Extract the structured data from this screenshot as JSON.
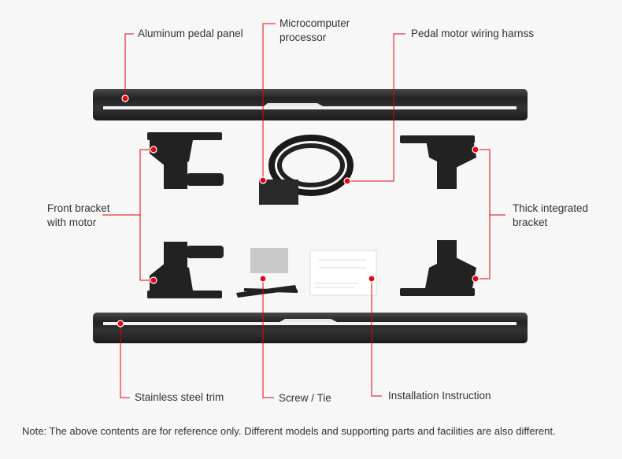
{
  "labels": {
    "aluminum_pedal_panel": "Aluminum pedal panel",
    "microcomputer_processor_line1": "Microcomputer",
    "microcomputer_processor_line2": "processor",
    "pedal_motor_wiring": "Pedal motor wiring harnss",
    "front_bracket_line1": "Front bracket",
    "front_bracket_line2": "with motor",
    "thick_bracket_line1": "Thick integrated",
    "thick_bracket_line2": "bracket",
    "stainless_trim": "Stainless steel trim",
    "screw_tie": "Screw / Tie",
    "installation_instruction": "Installation Instruction"
  },
  "note": "Note: The above contents are for reference only. Different models and supporting parts and facilities are also different.",
  "colors": {
    "accent": "#e60012",
    "bar": "#2a2a2a",
    "background": "#f7f7f7"
  }
}
